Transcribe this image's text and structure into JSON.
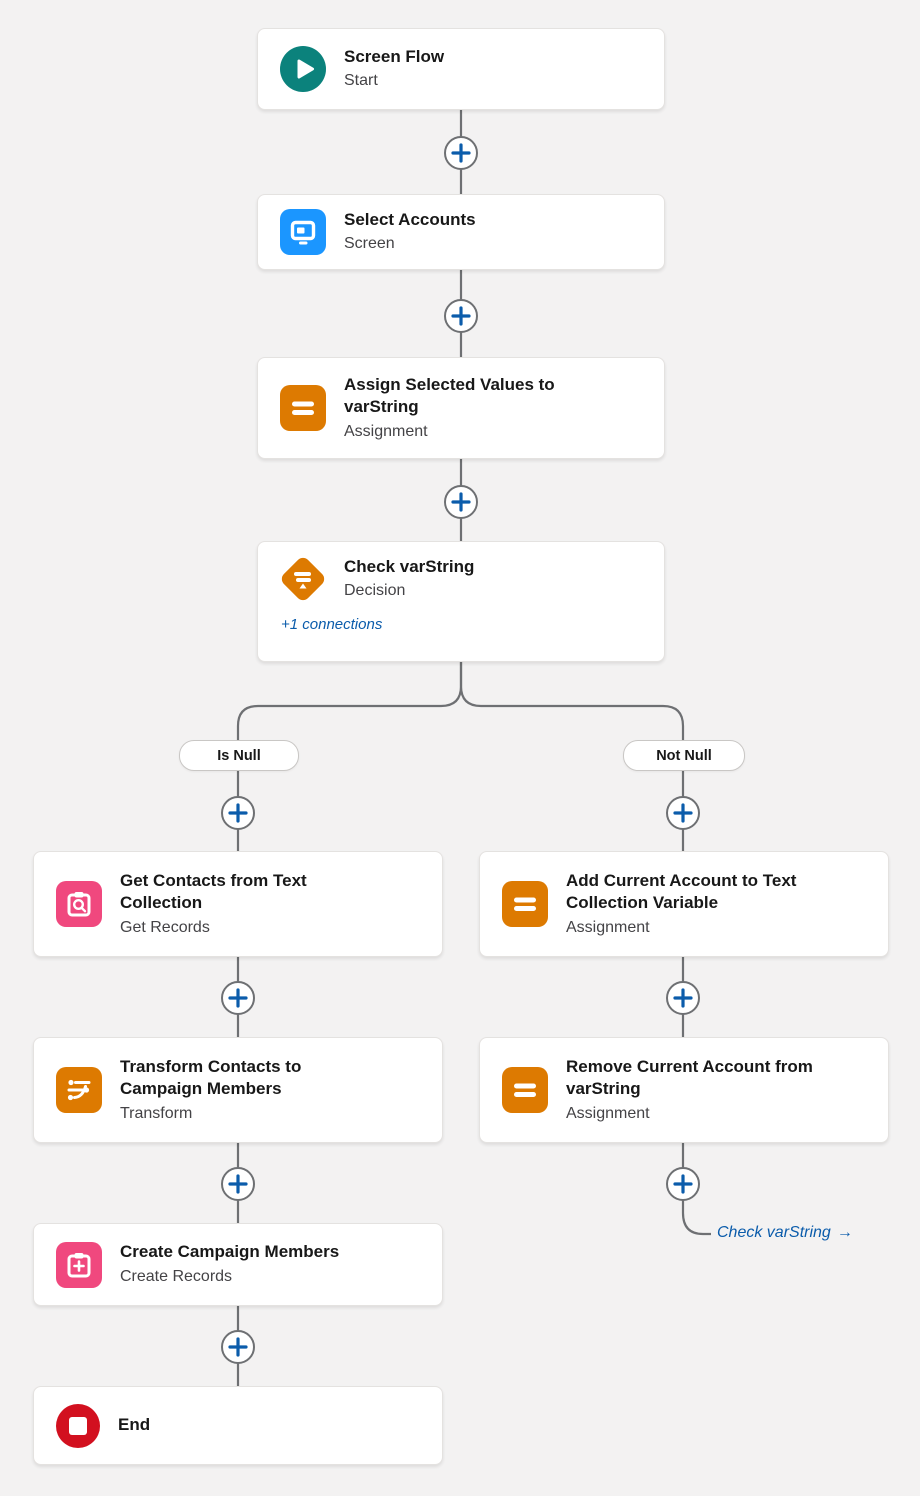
{
  "colors": {
    "connector": "#6e7073",
    "plus": "#0b5cab",
    "link": "#0b5cab",
    "start": "#0b827c",
    "screen": "#1b96ff",
    "assignment": "#dd7a01",
    "decision": "#dd7a01",
    "transform": "#dd7a01",
    "get_records": "#f0487e",
    "create_records": "#f0487e",
    "end": "#d2101f"
  },
  "nodes": {
    "start": {
      "title": "Screen Flow",
      "subtitle": "Start"
    },
    "select_accounts": {
      "title": "Select Accounts",
      "subtitle": "Screen"
    },
    "assign_values": {
      "title": "Assign Selected Values to\nvarString",
      "subtitle": "Assignment"
    },
    "decision": {
      "title": "Check varString",
      "subtitle": "Decision",
      "connections_link": "+1 connections"
    },
    "get_contacts": {
      "title": "Get Contacts from Text\nCollection",
      "subtitle": "Get Records"
    },
    "transform_contacts": {
      "title": "Transform Contacts to\nCampaign Members",
      "subtitle": "Transform"
    },
    "create_members": {
      "title": "Create Campaign Members",
      "subtitle": "Create Records"
    },
    "end": {
      "title": "End"
    },
    "add_account": {
      "title": "Add Current Account to Text\nCollection Variable",
      "subtitle": "Assignment"
    },
    "remove_account": {
      "title": "Remove Current Account from\nvarString",
      "subtitle": "Assignment"
    }
  },
  "branches": {
    "left_label": "Is Null",
    "right_label": "Not Null"
  },
  "goto": {
    "label": "Check varString",
    "arrow": "→"
  }
}
